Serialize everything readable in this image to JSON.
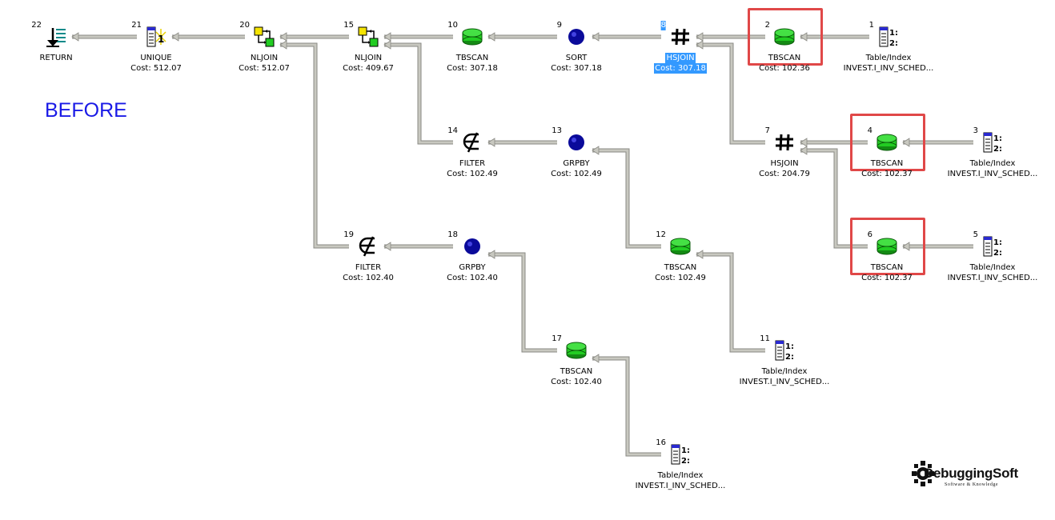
{
  "heading": "BEFORE",
  "logo": {
    "name": "DebuggingSoft",
    "tagline": "Software & Knowledge"
  },
  "nodes": [
    {
      "id": "22",
      "icon": "return",
      "name": "RETURN",
      "cost": ""
    },
    {
      "id": "21",
      "icon": "unique",
      "name": "UNIQUE",
      "cost": "Cost: 512.07"
    },
    {
      "id": "20",
      "icon": "nljoin",
      "name": "NLJOIN",
      "cost": "Cost: 512.07"
    },
    {
      "id": "15",
      "icon": "nljoin",
      "name": "NLJOIN",
      "cost": "Cost: 409.67"
    },
    {
      "id": "10",
      "icon": "tbscan",
      "name": "TBSCAN",
      "cost": "Cost: 307.18"
    },
    {
      "id": "9",
      "icon": "sort",
      "name": "SORT",
      "cost": "Cost: 307.18"
    },
    {
      "id": "8",
      "icon": "hsjoin",
      "name": "HSJOIN",
      "cost": "Cost: 307.18"
    },
    {
      "id": "2",
      "icon": "tbscan",
      "name": "TBSCAN",
      "cost": "Cost: 102.36"
    },
    {
      "id": "1",
      "icon": "table",
      "name": "Table/Index",
      "cost": "INVEST.I_INV_SCHED..."
    },
    {
      "id": "14",
      "icon": "filter",
      "name": "FILTER",
      "cost": "Cost: 102.49"
    },
    {
      "id": "13",
      "icon": "grpby",
      "name": "GRPBY",
      "cost": "Cost: 102.49"
    },
    {
      "id": "7",
      "icon": "hsjoin",
      "name": "HSJOIN",
      "cost": "Cost: 204.79"
    },
    {
      "id": "4",
      "icon": "tbscan",
      "name": "TBSCAN",
      "cost": "Cost: 102.37"
    },
    {
      "id": "3",
      "icon": "table",
      "name": "Table/Index",
      "cost": "INVEST.I_INV_SCHED..."
    },
    {
      "id": "19",
      "icon": "filter",
      "name": "FILTER",
      "cost": "Cost: 102.40"
    },
    {
      "id": "18",
      "icon": "grpby",
      "name": "GRPBY",
      "cost": "Cost: 102.40"
    },
    {
      "id": "12",
      "icon": "tbscan",
      "name": "TBSCAN",
      "cost": "Cost: 102.49"
    },
    {
      "id": "6",
      "icon": "tbscan",
      "name": "TBSCAN",
      "cost": "Cost: 102.37"
    },
    {
      "id": "5",
      "icon": "table",
      "name": "Table/Index",
      "cost": "INVEST.I_INV_SCHED..."
    },
    {
      "id": "17",
      "icon": "tbscan",
      "name": "TBSCAN",
      "cost": "Cost: 102.40"
    },
    {
      "id": "11",
      "icon": "table",
      "name": "Table/Index",
      "cost": "INVEST.I_INV_SCHED..."
    },
    {
      "id": "16",
      "icon": "table",
      "name": "Table/Index",
      "cost": "INVEST.I_INV_SCHED..."
    }
  ],
  "edges": [
    [
      "21",
      "22"
    ],
    [
      "20",
      "21"
    ],
    [
      "15",
      "20"
    ],
    [
      "19",
      "20"
    ],
    [
      "10",
      "15"
    ],
    [
      "14",
      "15"
    ],
    [
      "9",
      "10"
    ],
    [
      "8",
      "9"
    ],
    [
      "2",
      "8"
    ],
    [
      "7",
      "8"
    ],
    [
      "1",
      "2"
    ],
    [
      "13",
      "14"
    ],
    [
      "12",
      "13"
    ],
    [
      "4",
      "7"
    ],
    [
      "6",
      "7"
    ],
    [
      "3",
      "4"
    ],
    [
      "5",
      "6"
    ],
    [
      "18",
      "19"
    ],
    [
      "17",
      "18"
    ],
    [
      "11",
      "12"
    ],
    [
      "16",
      "17"
    ]
  ],
  "selected": "8",
  "highlighted": [
    "2",
    "4",
    "6"
  ],
  "colors": {
    "edge": "#c8c8c0",
    "edge_dark": "#8a8a84",
    "tbscan_fill": "#22cc22",
    "sort_fill": "#0a0a9a",
    "highlight": "#e04848",
    "heading": "#1a1ae6",
    "selection": "#3399ff"
  }
}
